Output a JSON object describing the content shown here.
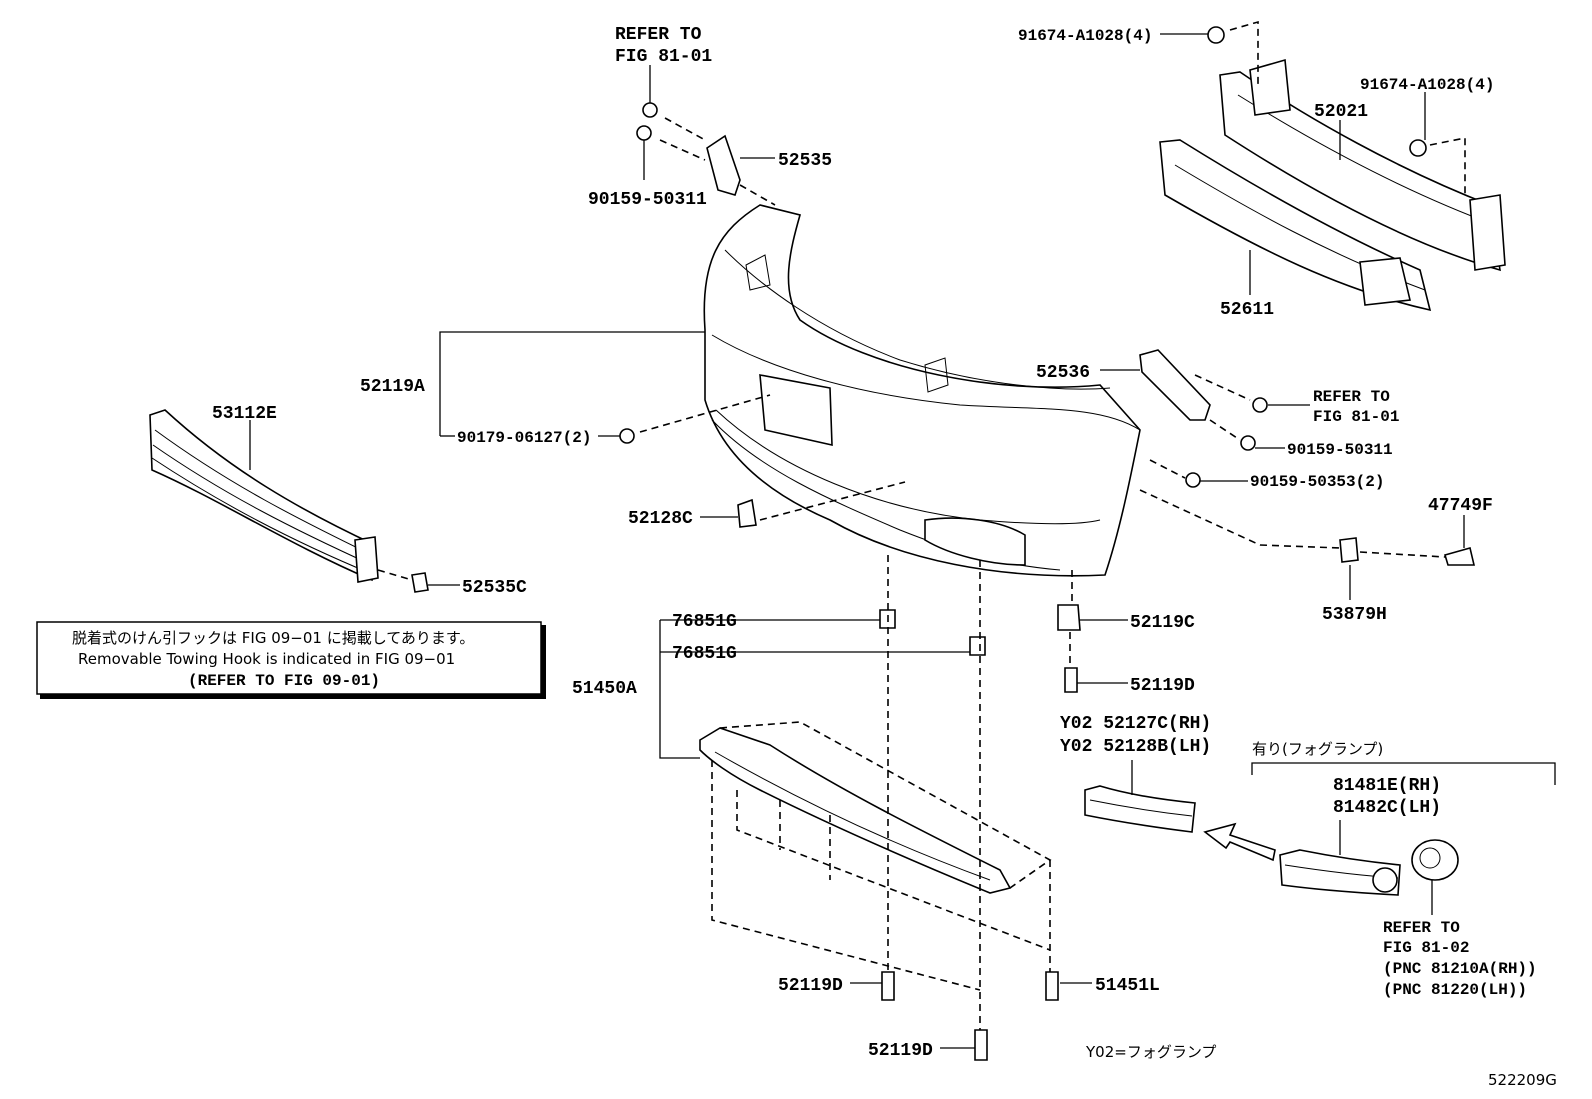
{
  "labels": {
    "refer_top_1": "REFER TO",
    "refer_top_2": "FIG 81-01",
    "p52535": "52535",
    "p90159_50311_top": "90159-50311",
    "p91674_a": "91674-A1028(4)",
    "p91674_b": "91674-A1028(4)",
    "p52021": "52021",
    "p52611": "52611",
    "p52119a": "52119A",
    "p90179": "90179-06127(2)",
    "p53112e": "53112E",
    "p52536": "52536",
    "refer_right_1": "REFER TO",
    "refer_right_2": "FIG 81-01",
    "p90159_50311_right": "90159-50311",
    "p90159_50353": "90159-50353(2)",
    "p47749f": "47749F",
    "p52128c": "52128C",
    "p52535c": "52535C",
    "p53879h": "53879H",
    "p76851g_1": "76851G",
    "p76851g_2": "76851G",
    "p51450a": "51450A",
    "p52119c": "52119C",
    "p52119d_right": "52119D",
    "y02_rh": "Y02 52127C(RH)",
    "y02_lh": "Y02 52128B(LH)",
    "fog_option": "有り(フォグランプ)",
    "p81481e": "81481E(RH)",
    "p81482c": "81482C(LH)",
    "refer_fog_1": "REFER TO",
    "refer_fog_2": "FIG 81-02",
    "refer_fog_3": "(PNC 81210A(RH))",
    "refer_fog_4": "(PNC 81220(LH))",
    "p52119d_bottom_left": "52119D",
    "p52119d_bottom": "52119D",
    "p51451l": "51451L",
    "y02_legend": "Y02=フォグランプ",
    "figure_code": "522209G"
  },
  "note_box": {
    "line_jp": "脱着式のけん引フックは FIG 09−01 に掲載してあります。",
    "line_en": "Removable Towing Hook is indicated in FIG 09−01",
    "line_ref": "(REFER TO FIG 09-01)"
  }
}
